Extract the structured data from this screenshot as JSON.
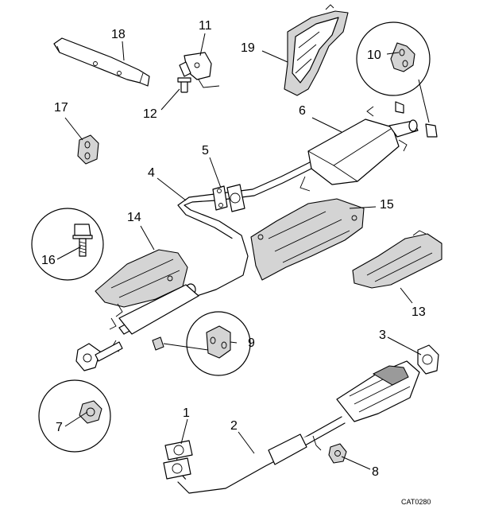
{
  "diagram": {
    "catalog_code": "CAT0280",
    "callouts": [
      {
        "id": "1",
        "label": "1"
      },
      {
        "id": "2",
        "label": "2"
      },
      {
        "id": "3",
        "label": "3"
      },
      {
        "id": "4",
        "label": "4"
      },
      {
        "id": "5",
        "label": "5"
      },
      {
        "id": "6",
        "label": "6"
      },
      {
        "id": "7",
        "label": "7"
      },
      {
        "id": "8",
        "label": "8"
      },
      {
        "id": "9",
        "label": "9"
      },
      {
        "id": "10",
        "label": "10"
      },
      {
        "id": "11",
        "label": "11"
      },
      {
        "id": "12",
        "label": "12"
      },
      {
        "id": "13",
        "label": "13"
      },
      {
        "id": "14",
        "label": "14"
      },
      {
        "id": "15",
        "label": "15"
      },
      {
        "id": "16",
        "label": "16"
      },
      {
        "id": "17",
        "label": "17"
      },
      {
        "id": "18",
        "label": "18"
      },
      {
        "id": "19",
        "label": "19"
      }
    ]
  }
}
